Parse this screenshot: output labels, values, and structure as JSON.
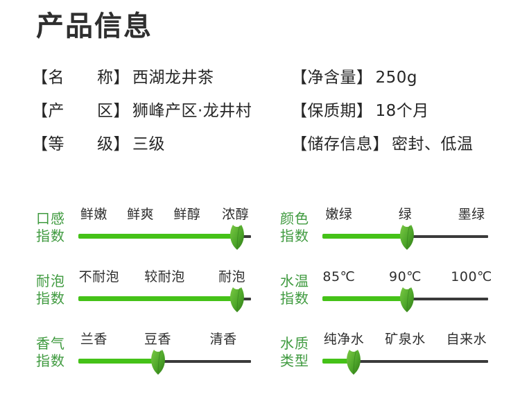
{
  "page": {
    "title": "产品信息",
    "accent_green": "#45c218",
    "label_green": "#3f9a3f",
    "track_gray": "#3a3a3a"
  },
  "info": {
    "rows": [
      {
        "left": {
          "key": "【名　　称】",
          "value": "西湖龙井茶"
        },
        "right": {
          "key": "【净含量】",
          "value": "250g"
        }
      },
      {
        "left": {
          "key": "【产　　区】",
          "value": "狮峰产区·龙井村"
        },
        "right": {
          "key": "【保质期】",
          "value": "18个月"
        }
      },
      {
        "left": {
          "key": "【等　　级】",
          "value": "三级"
        },
        "right": {
          "key": "【储存信息】",
          "value": "密封、低温"
        }
      }
    ]
  },
  "sliders": {
    "rows": [
      {
        "left": {
          "name": "口感\n指数",
          "ticks": [
            "鲜嫩",
            "鲜爽",
            "鲜醇",
            "浓醇"
          ],
          "tick_positions": [
            9,
            36,
            63,
            91
          ],
          "value_percent": 92,
          "selected": "浓醇"
        },
        "right": {
          "name": "颜色\n指数",
          "ticks": [
            "嫩绿",
            "绿",
            "墨绿"
          ],
          "tick_positions": [
            10,
            50,
            90
          ],
          "value_percent": 51,
          "selected": "绿"
        }
      },
      {
        "left": {
          "name": "耐泡\n指数",
          "ticks": [
            "不耐泡",
            "较耐泡",
            "耐泡"
          ],
          "tick_positions": [
            12,
            50,
            89
          ],
          "value_percent": 92,
          "selected": "耐泡"
        },
        "right": {
          "name": "水温\n指数",
          "ticks": [
            "85℃",
            "90℃",
            "100℃"
          ],
          "tick_positions": [
            10,
            50,
            90
          ],
          "value_percent": 51,
          "selected": "90℃"
        }
      },
      {
        "left": {
          "name": "香气\n指数",
          "ticks": [
            "兰香",
            "豆香",
            "清香"
          ],
          "tick_positions": [
            9,
            46,
            84
          ],
          "value_percent": 46,
          "selected": "豆香"
        },
        "right": {
          "name": "水质\n类型",
          "ticks": [
            "纯净水",
            "矿泉水",
            "自来水"
          ],
          "tick_positions": [
            13,
            50,
            87
          ],
          "value_percent": 19,
          "selected": "纯净水"
        }
      }
    ]
  }
}
